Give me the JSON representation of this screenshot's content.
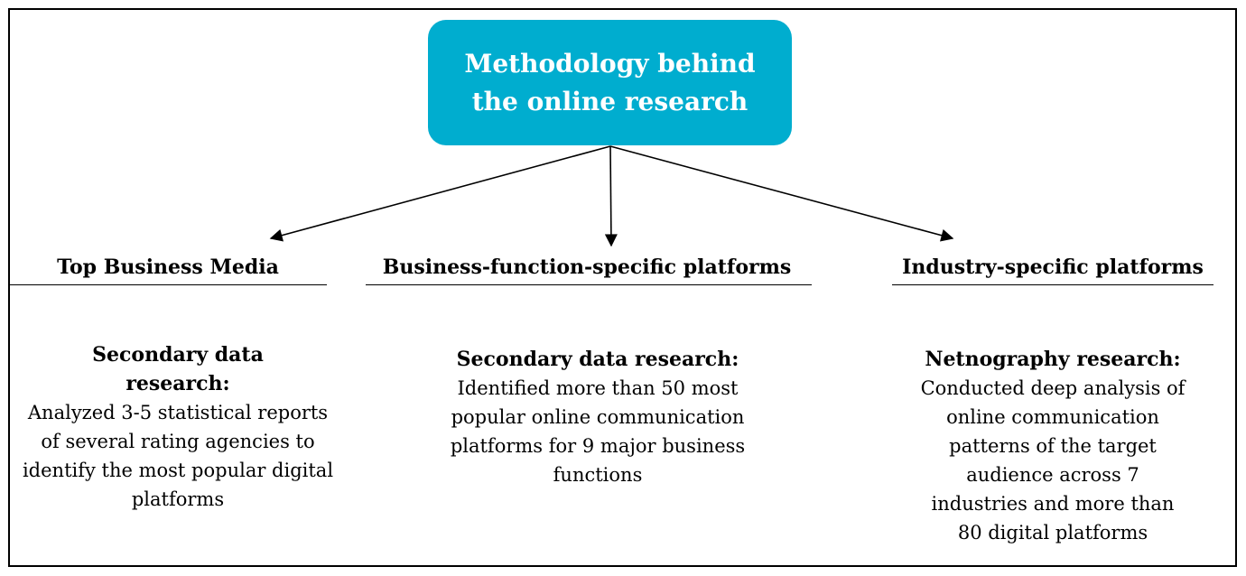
{
  "root": {
    "title": "Methodology behind\nthe online research",
    "color": "#00adcf"
  },
  "branches": [
    {
      "heading": "Top Business Media",
      "method_title": "Secondary data research:",
      "method_body": "Analyzed 3-5 statistical reports of several rating agencies to identify the most popular digital platforms"
    },
    {
      "heading": "Business-function-specific platforms",
      "method_title": "Secondary data research:",
      "method_body": "Identified more than 50 most popular online communication platforms for 9 major business functions"
    },
    {
      "heading": "Industry-specific platforms",
      "method_title": "Netnography research:",
      "method_body": "Conducted deep analysis of online communication patterns of the target audience across 7 industries and more than 80 digital platforms"
    }
  ]
}
